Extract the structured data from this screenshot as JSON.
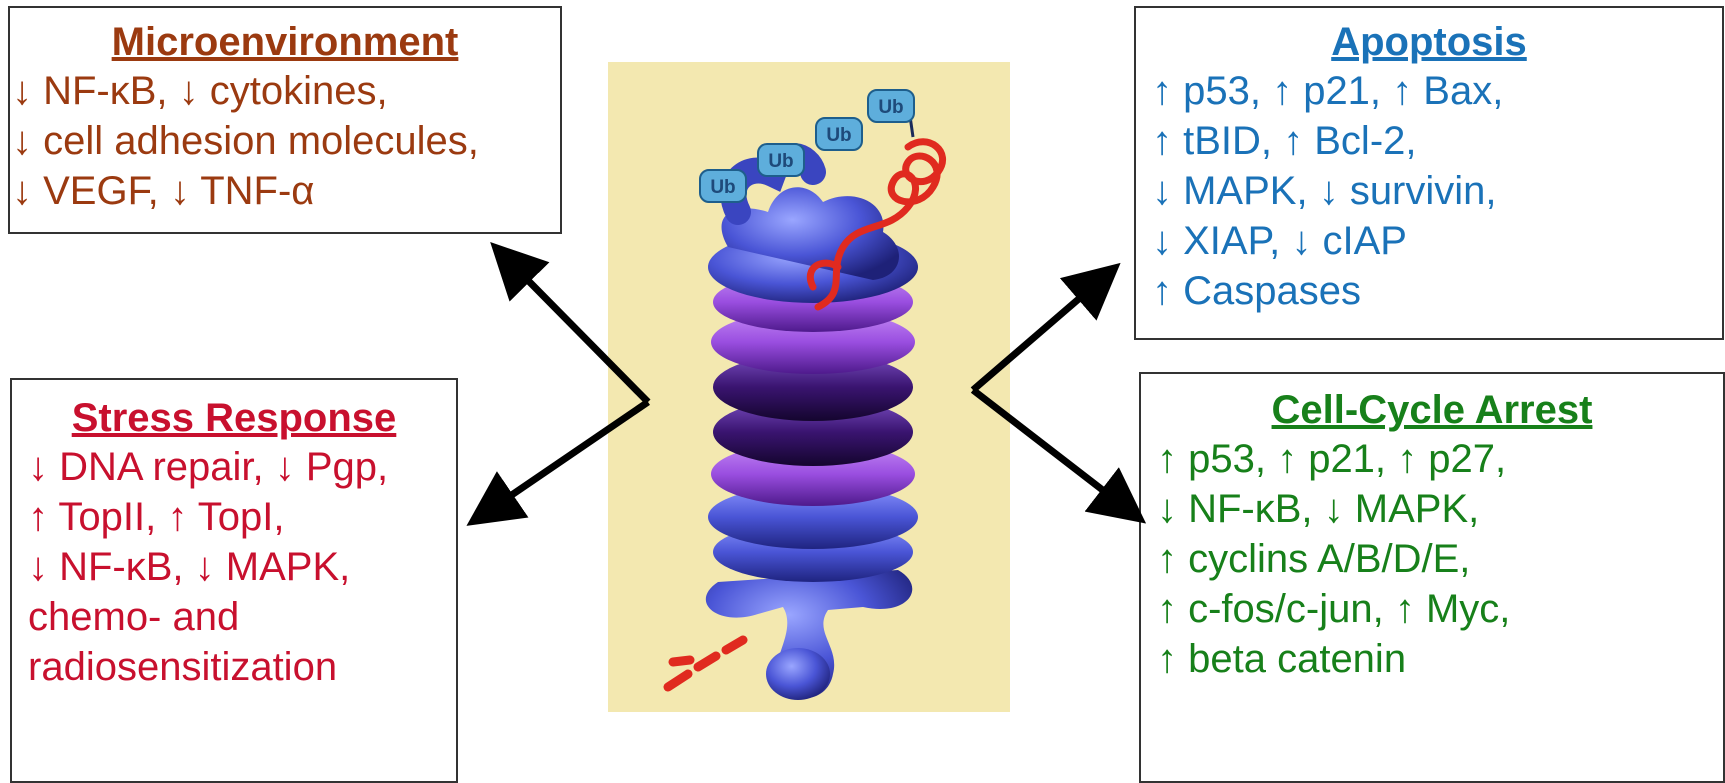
{
  "microenvironment": {
    "title": "Microenvironment",
    "lines": [
      "↓ NF-κB, ↓ cytokines,",
      "↓ cell adhesion molecules,",
      "↓ VEGF, ↓ TNF-α"
    ]
  },
  "stress_response": {
    "title": "Stress Response",
    "lines": [
      "↓ DNA repair, ↓ Pgp,",
      "↑ TopII, ↑ TopI,",
      "↓ NF-κB, ↓ MAPK,",
      "chemo- and",
      "radiosensitization"
    ]
  },
  "apoptosis": {
    "title": "Apoptosis",
    "lines": [
      "↑ p53, ↑ p21, ↑ Bax,",
      "↑ tBID, ↑ Bcl-2,",
      "↓ MAPK, ↓ survivin,",
      "↓ XIAP, ↓ cIAP",
      "↑ Caspases"
    ]
  },
  "cell_cycle_arrest": {
    "title": "Cell-Cycle Arrest",
    "lines": [
      "↑ p53, ↑ p21, ↑ p27,",
      "↓ NF-κB, ↓ MAPK,",
      "↑ cyclins A/B/D/E,",
      "↑ c-fos/c-jun, ↑ Myc,",
      "↑ beta catenin"
    ]
  },
  "proteasome_image": {
    "ubiquitin_tags": [
      "Ub",
      "Ub",
      "Ub",
      "Ub"
    ]
  },
  "colors": {
    "microenvironment": "#9b3a10",
    "stress_response": "#c8102e",
    "apoptosis": "#1a72b8",
    "cell_cycle_arrest": "#17801a",
    "proteasome_blue": "#4a55d6",
    "proteasome_purple": "#9a4ee0",
    "substrate_red": "#e02a1f",
    "background_beige": "#f3e8b0"
  }
}
